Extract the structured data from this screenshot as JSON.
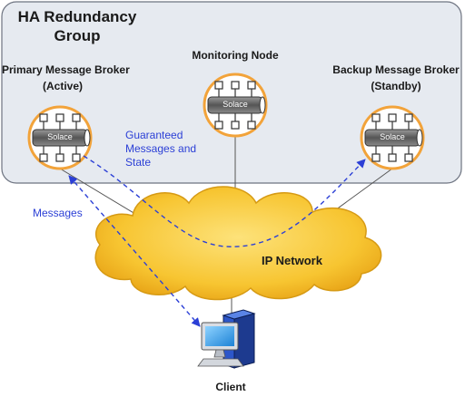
{
  "group": {
    "title_line1": "HA Redundancy",
    "title_line2": "Group"
  },
  "nodes": {
    "primary": {
      "name": "Primary Message Broker",
      "status": "(Active)",
      "chip": "Solace"
    },
    "monitoring": {
      "name": "Monitoring Node",
      "chip": "Solace"
    },
    "backup": {
      "name": "Backup Message Broker",
      "status": "(Standby)",
      "chip": "Solace"
    }
  },
  "flows": {
    "guaranteed_line1": "Guaranteed",
    "guaranteed_line2": "Messages and",
    "guaranteed_line3": "State",
    "messages": "Messages"
  },
  "network": {
    "label": "IP Network"
  },
  "client": {
    "label": "Client"
  },
  "colors": {
    "group_fill": "#e6eaf0",
    "group_border": "#6d7380",
    "node_ring": "#f2a33a",
    "cloud_fill": "#f7c531",
    "flow_arrow": "#2b3fd6"
  }
}
